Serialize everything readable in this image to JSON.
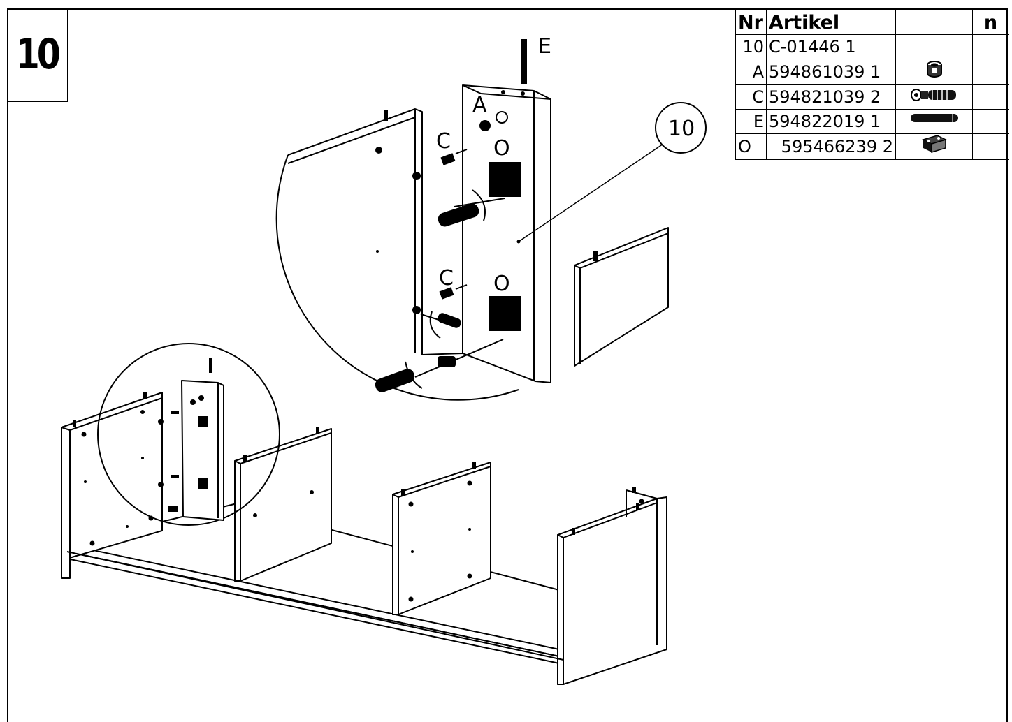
{
  "step": {
    "number": "10"
  },
  "table": {
    "headers": {
      "nr": "Nr",
      "artikel": "Artikel",
      "icon": "",
      "n": "n"
    },
    "rows": [
      {
        "nr": "10",
        "artikel": "C-01446 1",
        "icon": "none",
        "n": ""
      },
      {
        "nr": "A",
        "artikel": "594861039 1",
        "icon": "cam-lock-icon",
        "n": ""
      },
      {
        "nr": "C",
        "artikel": "594821039 2",
        "icon": "cam-bolt-icon",
        "n": ""
      },
      {
        "nr": "E",
        "artikel": "594822019 1",
        "icon": "dowel-icon",
        "n": ""
      },
      {
        "nr": "O",
        "artikel": "595466239 2",
        "icon": "hinge-plate-icon",
        "n": ""
      }
    ]
  },
  "callouts": {
    "part_e": "E",
    "part_a": "A",
    "part_c_top": "C",
    "part_o_top": "O",
    "part_c_bottom": "C",
    "part_o_bottom": "O",
    "panel_number": "10"
  }
}
